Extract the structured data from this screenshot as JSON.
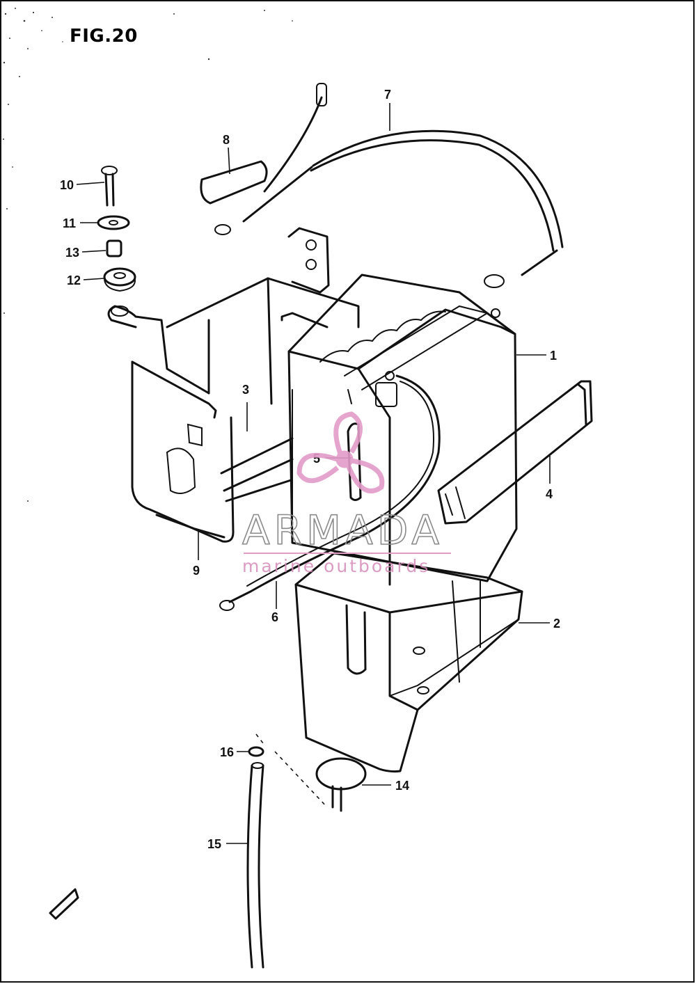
{
  "figure": {
    "title": "FIG.20"
  },
  "callouts": [
    {
      "id": "1",
      "label": "1"
    },
    {
      "id": "2",
      "label": "2"
    },
    {
      "id": "3",
      "label": "3"
    },
    {
      "id": "4",
      "label": "4"
    },
    {
      "id": "5",
      "label": "5"
    },
    {
      "id": "6",
      "label": "6"
    },
    {
      "id": "7",
      "label": "7"
    },
    {
      "id": "8",
      "label": "8"
    },
    {
      "id": "9",
      "label": "9"
    },
    {
      "id": "10",
      "label": "10"
    },
    {
      "id": "11",
      "label": "11"
    },
    {
      "id": "12",
      "label": "12"
    },
    {
      "id": "13",
      "label": "13"
    },
    {
      "id": "14",
      "label": "14"
    },
    {
      "id": "15",
      "label": "15"
    },
    {
      "id": "16",
      "label": "16"
    }
  ],
  "watermark": {
    "brand": "ARMADA",
    "tagline": "marine outboards",
    "accent_color": "#e39bc8",
    "text_color": "#8a8a8a"
  },
  "colors": {
    "ink": "#111111",
    "paper": "#ffffff"
  }
}
